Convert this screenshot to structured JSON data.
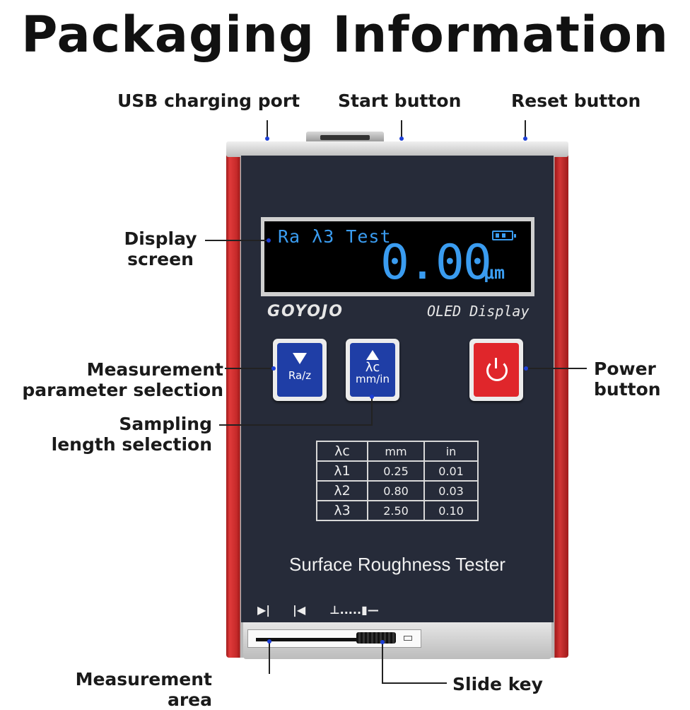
{
  "title": "Packaging Information",
  "labels": {
    "usb": "USB charging port",
    "start": "Start button",
    "reset": "Reset button",
    "display_line1": "Display",
    "display_line2": "screen",
    "measure_line1": "Measurement",
    "measure_line2": "parameter selection",
    "sampling_line1": "Sampling",
    "sampling_line2": "length selection",
    "power_line1": "Power",
    "power_line2": "button",
    "area_line1": "Measurement",
    "area_line2": "area",
    "slide": "Slide key"
  },
  "screen": {
    "mode_text": "Ra λ3 Test",
    "value": "0.00",
    "unit": "μm"
  },
  "device": {
    "brand": "GOYOJO",
    "oled_label": "OLED Display",
    "product_name": "Surface Roughness Tester",
    "buttons": {
      "param": "Ra/z",
      "length_top": "λc",
      "length_bottom": "mm/in"
    },
    "bottom_symbols": [
      "▶|",
      "|◀",
      "⊥.....▮—"
    ]
  },
  "spec_table": {
    "header": [
      "λc",
      "mm",
      "in"
    ],
    "rows": [
      [
        "λ1",
        "0.25",
        "0.01"
      ],
      [
        "λ2",
        "0.80",
        "0.03"
      ],
      [
        "λ3",
        "2.50",
        "0.10"
      ]
    ]
  },
  "colors": {
    "panel": "#262b39",
    "screen_text": "#3a9cf0",
    "blue_button": "#1f3ea6",
    "red_button": "#e0262b",
    "pointer_dot": "#1d3fd6"
  }
}
